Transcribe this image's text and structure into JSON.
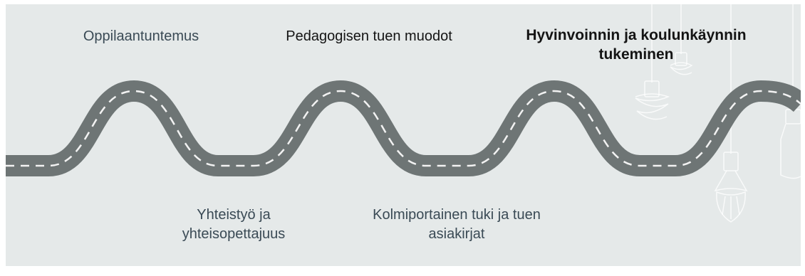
{
  "diagram": {
    "colors": {
      "background": "#e5e9e9",
      "road": "#6e7575",
      "dash": "#f2f2f2",
      "text": "#3a4a55",
      "text_dark": "#141414",
      "lamp": "#ffffff"
    },
    "labels_top": [
      {
        "line1": "Oppilaantuntemus",
        "line2": ""
      },
      {
        "line1": "Pedagogisen tuen muodot",
        "line2": ""
      },
      {
        "line1": "Hyvinvoinnin ja koulunkäynnin",
        "line2": "tukeminen"
      }
    ],
    "labels_bottom": [
      {
        "line1": "Yhteistyö ja",
        "line2": "yhteisopettajuus"
      },
      {
        "line1": "Kolmiportainen tuki ja tuen",
        "line2": "asiakirjat"
      }
    ]
  }
}
